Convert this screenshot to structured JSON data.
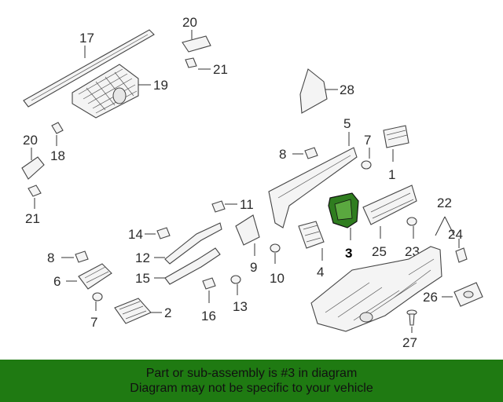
{
  "callouts": {
    "c17": "17",
    "c20a": "20",
    "c21a": "21",
    "c19": "19",
    "c28": "28",
    "c20b": "20",
    "c18": "18",
    "c21b": "21",
    "c5": "5",
    "c8a": "8",
    "c7a": "7",
    "c1": "1",
    "c11": "11",
    "c14": "14",
    "c12": "12",
    "c15": "15",
    "c9": "9",
    "c10": "10",
    "c4": "4",
    "c8b": "8",
    "c6": "6",
    "c7b": "7",
    "c2": "2",
    "c16": "16",
    "c13": "13",
    "c3": "3",
    "c25": "25",
    "c23": "23",
    "c22": "22",
    "c24": "24",
    "c26": "26",
    "c27": "27"
  },
  "highlight_color": "#1f7a12",
  "banner": {
    "line1": "Part or sub-assembly is #3 in diagram",
    "line2": "Diagram may not be specific to your vehicle"
  }
}
